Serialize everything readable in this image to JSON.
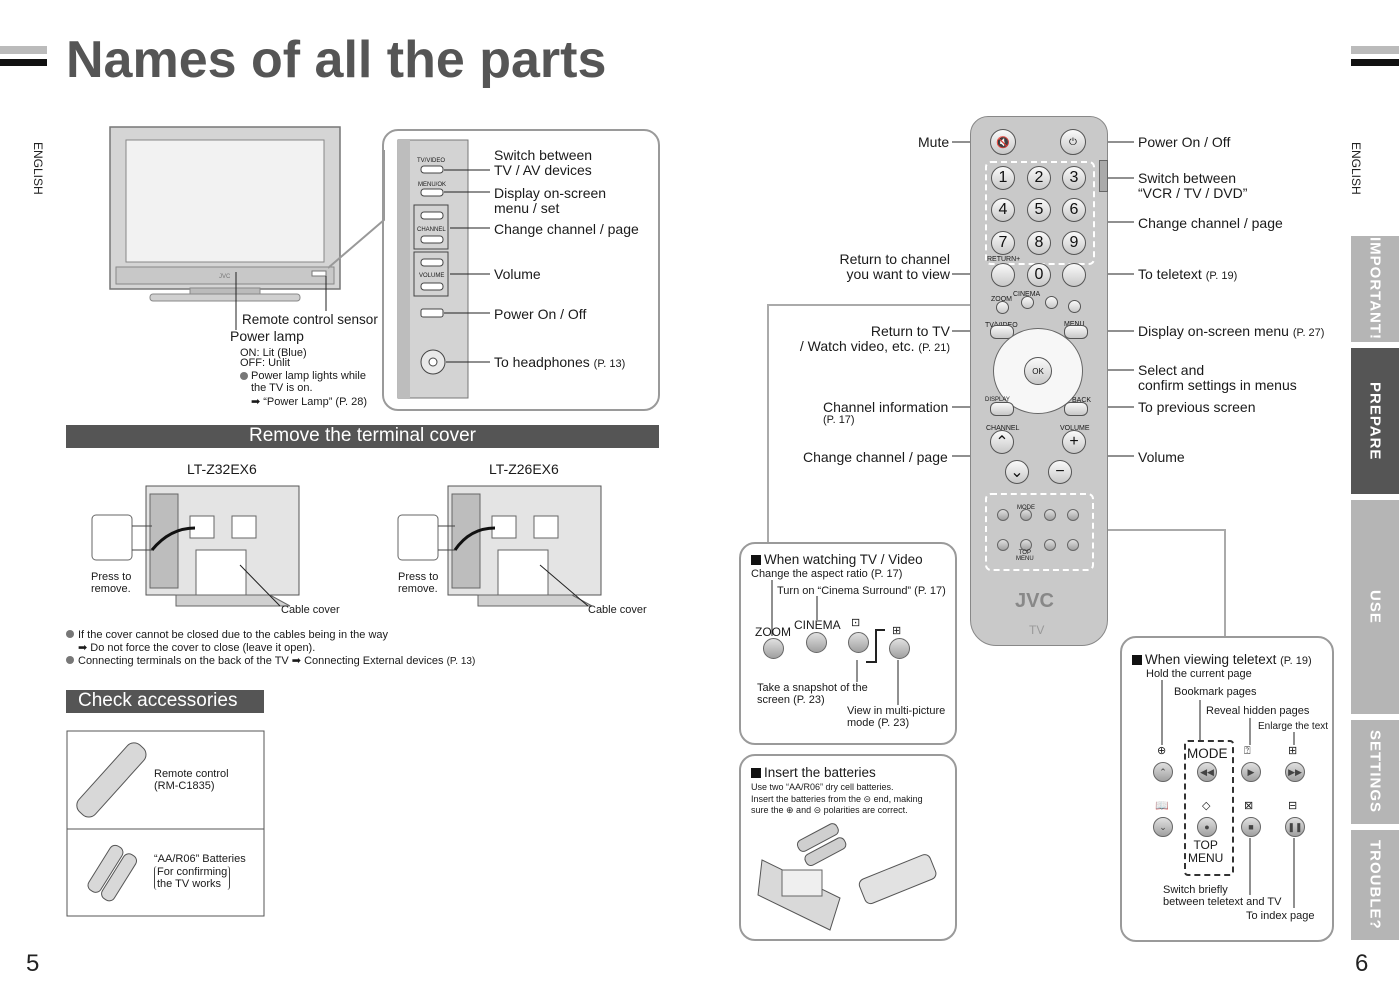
{
  "title": "Names of all the parts",
  "language_label": "ENGLISH",
  "page_left": "5",
  "page_right": "6",
  "tabs": [
    "IMPORTANT!",
    "PREPARE",
    "USE",
    "SETTINGS",
    "TROUBLE?"
  ],
  "tv": {
    "brand": "JVC",
    "remote_sensor": "Remote control sensor",
    "power_lamp": "Power lamp",
    "lamp_on": "ON: Lit (Blue)",
    "lamp_off": "OFF: Unlit",
    "lamp_note": "Power lamp lights while\nthe TV is on.",
    "lamp_ref": "➡ “Power Lamp” (P. 28)"
  },
  "side_panel": {
    "labels": {
      "tvvideo": "TV/VIDEO",
      "menuok": "MENU/OK",
      "channel": "CHANNEL",
      "volume": "VOLUME"
    },
    "items": [
      {
        "text": "Switch between\nTV / AV devices"
      },
      {
        "text": "Display on-screen\nmenu / set"
      },
      {
        "text": "Change channel / page"
      },
      {
        "text": "Volume"
      },
      {
        "text": "Power On / Off"
      },
      {
        "text": "To headphones",
        "ref": "(P. 13)"
      }
    ]
  },
  "terminal": {
    "heading": "Remove the terminal cover",
    "model_a": "LT-Z32EX6",
    "model_b": "LT-Z26EX6",
    "press": "Press to\nremove.",
    "cable_cover": "Cable cover",
    "note1": "If the cover cannot be closed due to the cables being in the way",
    "note1b": "➡  Do not force the cover to close (leave it open).",
    "note2": "Connecting terminals on the back of the TV ➡ Connecting External devices",
    "note2_ref": "(P. 13)"
  },
  "accessories": {
    "heading": "Check accessories",
    "remote": "Remote control\n(RM-C1835)",
    "batteries": "“AA/R06” Batteries",
    "batteries_note": "For confirming\nthe TV works"
  },
  "remote_labels": {
    "mute": "Mute",
    "power": "Power On / Off",
    "switch_between": "Switch between\n“VCR / TV / DVD”",
    "change_channel_top": "Change channel / page",
    "return_channel": "Return to channel\nyou want to view",
    "teletext": "To teletext",
    "teletext_ref": "(P. 19)",
    "return_tv": "Return to TV\n/ Watch video, etc.",
    "return_tv_ref": "(P. 21)",
    "display_menu": "Display on-screen menu",
    "display_menu_ref": "(P. 27)",
    "select": "Select and\nconfirm settings in menus",
    "channel_info": "Channel information",
    "channel_info_ref": "(P. 17)",
    "previous": "To previous screen",
    "change_channel": "Change channel / page",
    "volume": "Volume"
  },
  "remote_keys": {
    "numbers": [
      "1",
      "2",
      "3",
      "4",
      "5",
      "6",
      "7",
      "8",
      "9",
      "0"
    ],
    "return": "RETURN+",
    "zoom": "ZOOM",
    "cinema": "CINEMA",
    "tvvideo": "TV/VIDEO",
    "menu": "MENU",
    "ok": "OK",
    "display": "DISPLAY",
    "back": "BACK",
    "channel": "CHANNEL",
    "volume": "VOLUME",
    "mode": "MODE",
    "top_menu": "TOP\nMENU",
    "brand": "JVC",
    "tv": "TV"
  },
  "watching": {
    "heading": "When watching TV / Video",
    "aspect": "Change the aspect ratio (P. 17)",
    "cinema_surround": "Turn on “Cinema Surround” (P. 17)",
    "zoom": "ZOOM",
    "cinema": "CINEMA",
    "snapshot": "Take a snapshot of the\nscreen (P. 23)",
    "multi": "View in multi-picture\nmode (P. 23)"
  },
  "batteries_panel": {
    "heading": "Insert the batteries",
    "body": "Use two “AA/R06” dry cell batteries.\nInsert the batteries from the ⊝ end, making\nsure the ⊕ and ⊝ polarities are correct."
  },
  "teletext_panel": {
    "heading": "When viewing teletext",
    "ref": "(P. 19)",
    "hold": "Hold the current page",
    "bookmark": "Bookmark pages",
    "reveal": "Reveal hidden pages",
    "enlarge": "Enlarge the text",
    "mode": "MODE",
    "top_menu": "TOP\nMENU",
    "switch": "Switch briefly\nbetween teletext and TV",
    "index": "To index page"
  },
  "colors": {
    "band": "#555555",
    "tab_dark": "#555555",
    "tab_light": "#b5b5b5",
    "remote": "#c9c9c9"
  }
}
